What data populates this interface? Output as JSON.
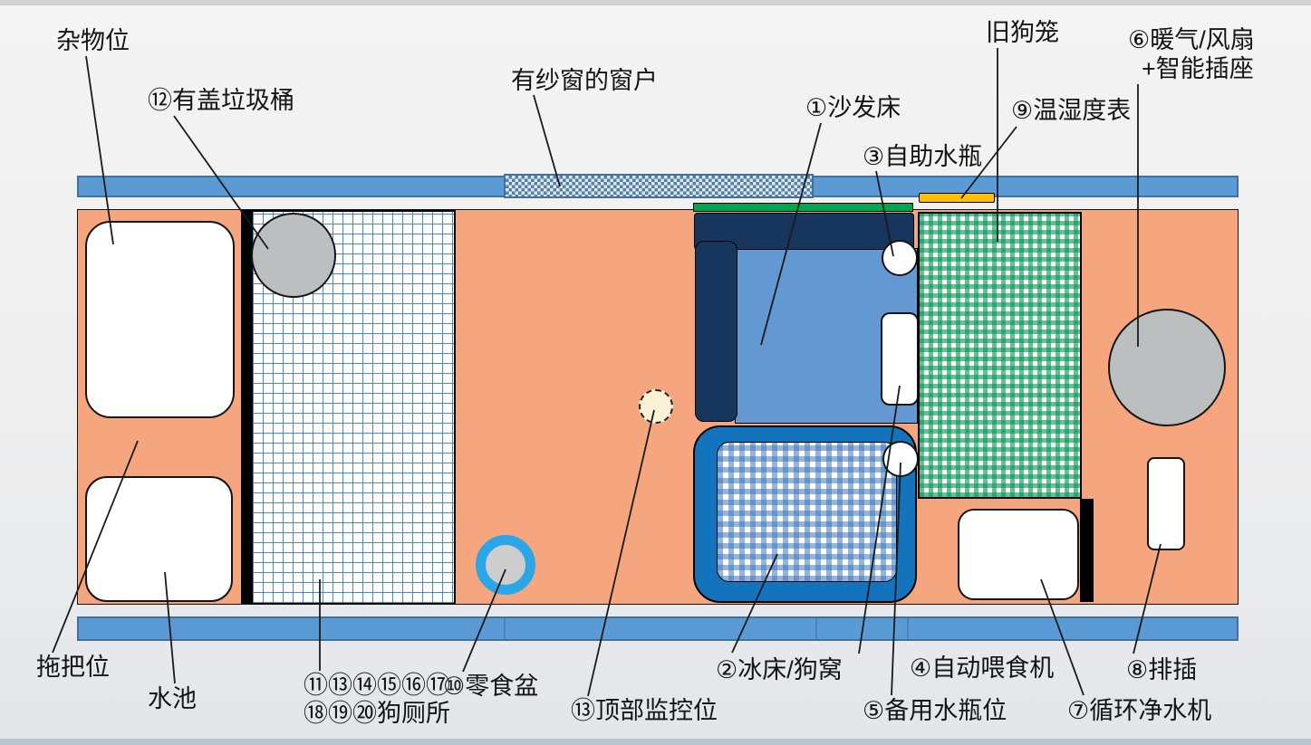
{
  "diagram": {
    "type": "floor-plan-annotated",
    "labels": {
      "misc_spot": "杂物位",
      "covered_trash_bin": "⑫有盖垃圾桶",
      "screened_window": "有纱窗的窗户",
      "sofa_bed": "①沙发床",
      "self_water_bottle": "③自助水瓶",
      "thermo_hygrometer": "⑨温湿度表",
      "old_dog_cage": "旧狗笼",
      "heater_fan": "⑥暖气/风扇",
      "smart_socket": "+智能插座",
      "mop_spot": "拖把位",
      "sink": "水池",
      "dog_toilet_row1": "⑪⑬⑭⑮⑯⑰",
      "dog_toilet_row2": "⑱⑲⑳狗厕所",
      "snack_bowl": "⑩零食盆",
      "top_camera_spot": "⑬顶部监控位",
      "ice_bed_dog_den": "②冰床/狗窝",
      "auto_feeder": "④自动喂食机",
      "backup_bottle_spot": "⑤备用水瓶位",
      "water_purifier": "⑦循环净水机",
      "power_strip": "⑧排插"
    },
    "colors": {
      "wall_blue": "#5B9BD5",
      "wall_border": "#41719C",
      "room_salmon": "#F5A67F",
      "sofa_navy": "#17365D",
      "sofa_seat_blue": "#6498D2",
      "shelf_green": "#00A651",
      "ice_bed_blue": "#1373BC",
      "cage_green": "#009650",
      "toilet_grid_blue": "#3A7CBB",
      "thermo_yellow": "#FFC000",
      "snack_ring_blue": "#2BA7E8",
      "monitor_cream": "#FBF2D5",
      "appliance_gray": "#BCBFBF"
    }
  }
}
